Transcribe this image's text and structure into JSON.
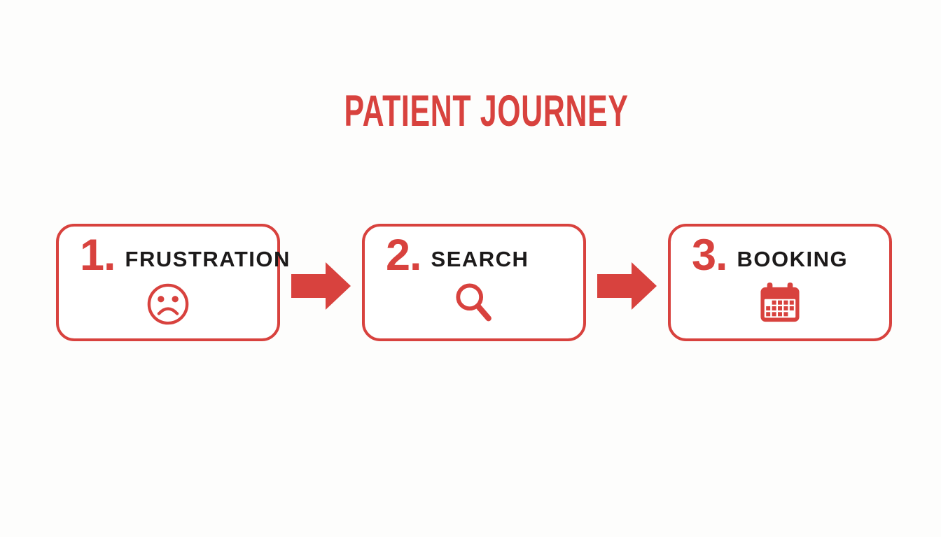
{
  "title": "PATIENT JOURNEY",
  "steps": [
    {
      "number": "1.",
      "label": "FRUSTRATION",
      "icon": "sad-face-icon"
    },
    {
      "number": "2.",
      "label": "SEARCH",
      "icon": "search-icon"
    },
    {
      "number": "3.",
      "label": "BOOKING",
      "icon": "calendar-icon"
    }
  ],
  "connectors": [
    "arrow-right-icon",
    "arrow-right-icon"
  ],
  "colors": {
    "accent_red": "#d8423e",
    "label_black": "#1c1a1a",
    "background": "#fdfdfc",
    "box_background": "#ffffff"
  }
}
